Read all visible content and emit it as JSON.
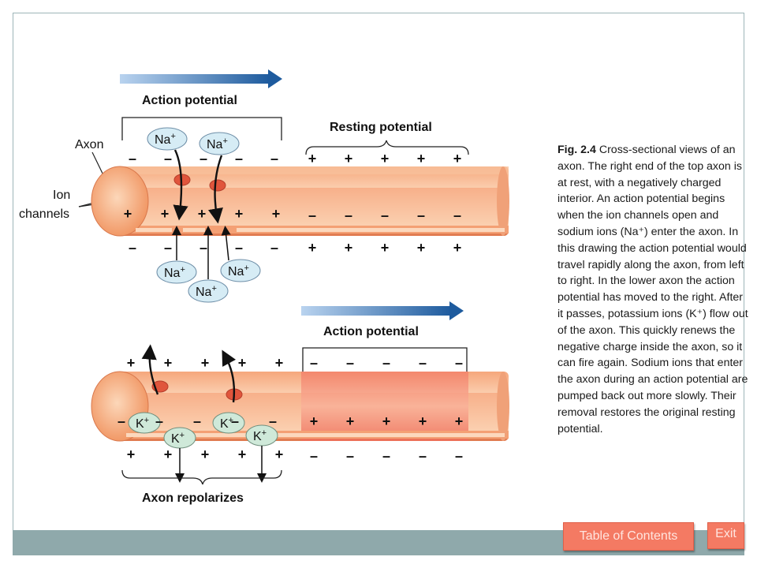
{
  "diagram": {
    "top_axon": {
      "action_potential_label": "Action potential",
      "resting_potential_label": "Resting potential",
      "axon_label": "Axon",
      "ion_label": "Ion",
      "channels_label": "channels",
      "ion_na": "Na",
      "ion_superscript": "+",
      "top_left_charges": [
        "–",
        "–",
        "–",
        "–",
        "–"
      ],
      "top_right_charges": [
        "+",
        "+",
        "+",
        "+",
        "+"
      ],
      "inner_left_charges": [
        "+",
        "+",
        "+",
        "+",
        "+"
      ],
      "inner_right_charges": [
        "–",
        "–",
        "–",
        "–",
        "–"
      ],
      "bottom_left_charges": [
        "–",
        "–",
        "–",
        "–",
        "–"
      ],
      "bottom_right_charges": [
        "+",
        "+",
        "+",
        "+",
        "+"
      ]
    },
    "bottom_axon": {
      "action_potential_label": "Action potential",
      "repolarizes_label": "Axon repolarizes",
      "ion_k": "K",
      "ion_superscript": "+",
      "top_left_charges": [
        "+",
        "+",
        "+",
        "+",
        "+"
      ],
      "top_right_charges": [
        "–",
        "–",
        "–",
        "–",
        "–"
      ],
      "inner_left_charges": [
        "–",
        "–",
        "–",
        "–",
        "–"
      ],
      "inner_right_charges": [
        "+",
        "+",
        "+",
        "+",
        "+"
      ],
      "bottom_left_charges": [
        "+",
        "+",
        "+",
        "+",
        "+"
      ],
      "bottom_right_charges": [
        "–",
        "–",
        "–",
        "–",
        "–"
      ]
    },
    "colors": {
      "axon_light": "#f9c39b",
      "axon_dark": "#e8835a",
      "axon_active": "#f06a55",
      "ion_bubble": "#d6ecf5",
      "k_bubble": "#cfe9d9",
      "arrow_blue": "#1e5b9e"
    }
  },
  "caption": {
    "fig_label": "Fig. 2.4",
    "text": " Cross-sectional views of an axon. The right end of the top axon is at rest, with a negatively charged interior. An action potential begins when the ion channels open and sodium ions (Na⁺) enter the axon. In this drawing the action potential would travel rapidly along the axon, from left to right. In the lower axon the action potential has moved to the right. After it passes, potassium ions (K⁺) flow out of the axon. This quickly renews the negative charge inside the axon, so it can fire again. Sodium ions that enter the axon during an action potential are pumped back out more slowly. Their removal restores the original resting potential."
  },
  "footer": {
    "toc_label": "Table of Contents",
    "exit_label": "Exit"
  }
}
